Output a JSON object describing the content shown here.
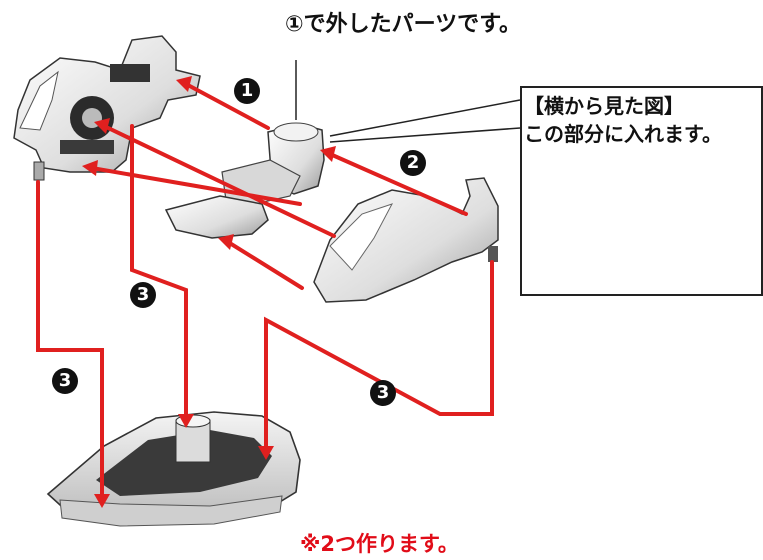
{
  "caption_top": "①で外したパーツです。",
  "inset": {
    "title": "【横から見た図】",
    "subtitle": "この部分に入れます。"
  },
  "note_bottom": "※2つ作ります。",
  "steps": [
    "1",
    "2",
    "3",
    "3",
    "3"
  ],
  "colors": {
    "arrow": "#e0201f",
    "marker": "#111111",
    "note": "#e10c18",
    "part_light": "#e9e9e9",
    "part_dark": "#2b2b2b"
  }
}
